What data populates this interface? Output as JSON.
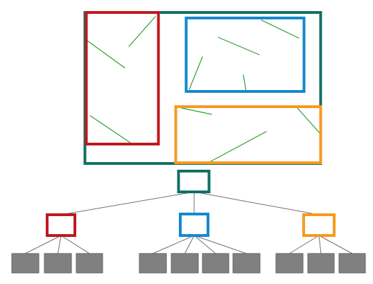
{
  "diagram": {
    "type": "spatial-index-tree",
    "colors": {
      "root": "#117066",
      "red": "#c0171f",
      "blue": "#1388cf",
      "orange": "#f59a1d",
      "segment": "#2ca02c",
      "edge": "#6f6f6f",
      "leaf": "#808080",
      "leaf_border": "#666666"
    },
    "spatial_view": {
      "root_region": "root",
      "child_regions": [
        "red",
        "blue",
        "orange"
      ]
    },
    "tree": {
      "root": {
        "color_key": "root",
        "children": [
          {
            "color_key": "red",
            "leaf_count": 3
          },
          {
            "color_key": "blue",
            "leaf_count": 4
          },
          {
            "color_key": "orange",
            "leaf_count": 3
          }
        ]
      }
    }
  }
}
